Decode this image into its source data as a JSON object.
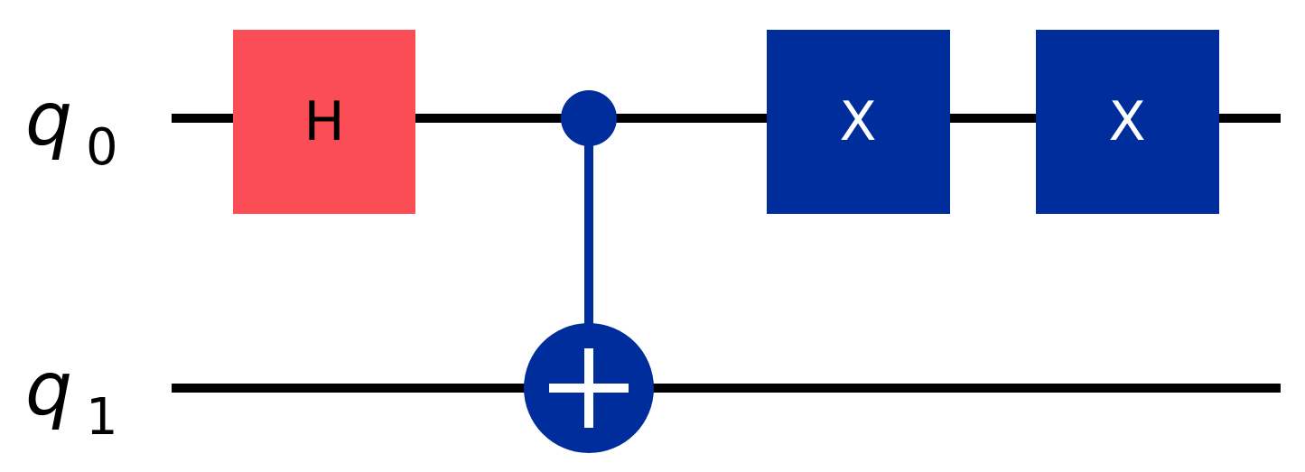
{
  "circuit": {
    "qubits": [
      {
        "name": "q",
        "index": "0"
      },
      {
        "name": "q",
        "index": "1"
      }
    ],
    "gates": [
      {
        "type": "H",
        "label": "H",
        "qubit": 0,
        "color": "#fa4d56",
        "text_color": "#000000"
      },
      {
        "type": "CNOT",
        "control": 0,
        "target": 1,
        "color": "#002d9c"
      },
      {
        "type": "X",
        "label": "X",
        "qubit": 0,
        "color": "#002d9c",
        "text_color": "#ffffff"
      },
      {
        "type": "X",
        "label": "X",
        "qubit": 0,
        "color": "#002d9c",
        "text_color": "#ffffff"
      }
    ],
    "colors": {
      "wire": "#000000",
      "h_gate": "#fa4d56",
      "pauli_gate": "#002d9c",
      "cnot": "#002d9c"
    }
  }
}
